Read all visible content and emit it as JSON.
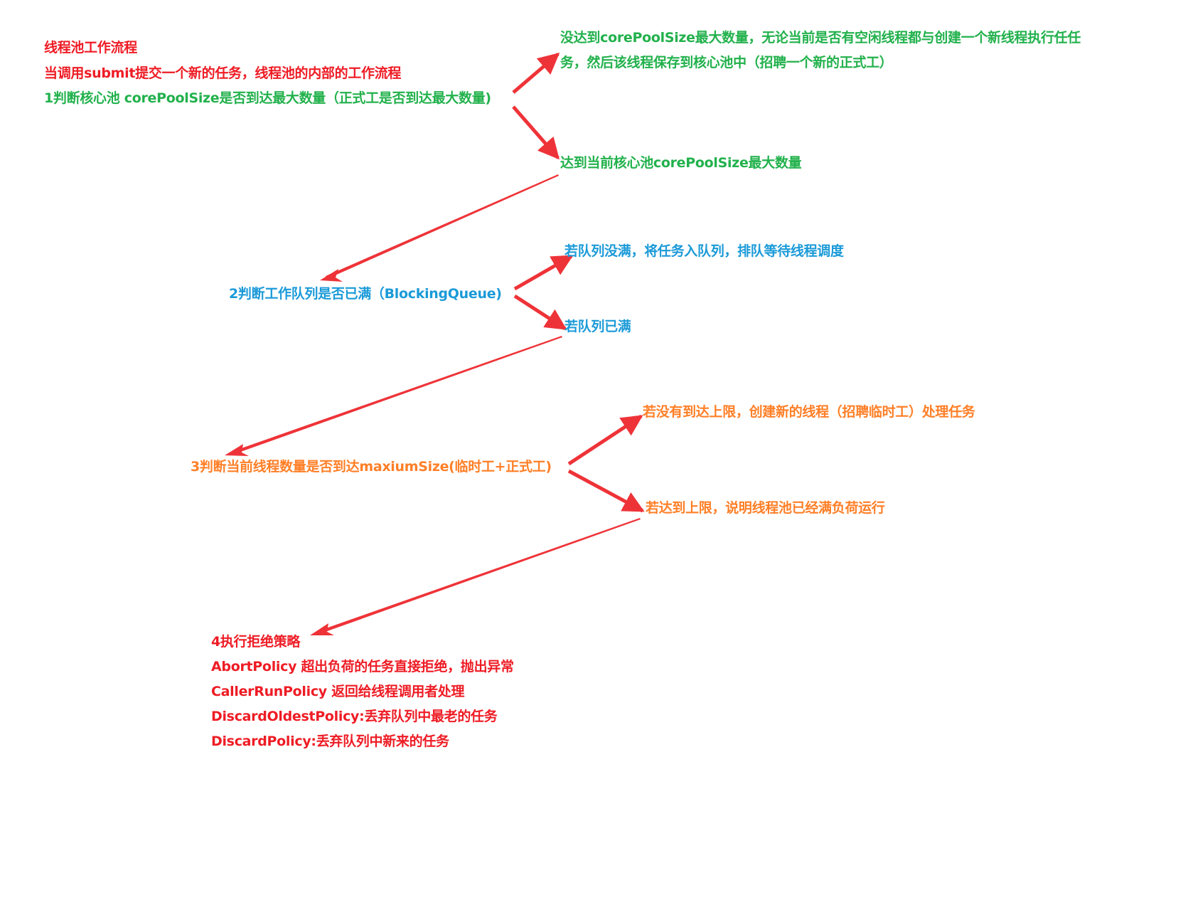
{
  "title": {
    "line1": "线程池工作流程",
    "line2": "当调用submit提交一个新的任务，线程池的内部的工作流程"
  },
  "step1": {
    "label": "1判断核心池 corePoolSize是否到达最大数量（正式工是否到达最大数量)",
    "not_reached_line1": "没达到corePoolSize最大数量，无论当前是否有空闲线程都与创建一个新线程执行任任",
    "not_reached_line2": "务，然后该线程保存到核心池中（招聘一个新的正式工）",
    "reached": "达到当前核心池corePoolSize最大数量"
  },
  "step2": {
    "label": "2判断工作队列是否已满（BlockingQueue)",
    "not_full": "若队列没满，将任务入队列，排队等待线程调度",
    "full": "若队列已满"
  },
  "step3": {
    "label": "3判断当前线程数量是否到达maxiumSize(临时工+正式工)",
    "not_reached": "若没有到达上限，创建新的线程（招聘临时工）处理任务",
    "reached": "若达到上限，说明线程池已经满负荷运行"
  },
  "step4": {
    "label": "4执行拒绝策略",
    "policies": [
      "AbortPolicy 超出负荷的任务直接拒绝，抛出异常",
      "CallerRunPolicy 返回给线程调用者处理",
      "DiscardOldestPolicy:丢弃队列中最老的任务",
      "DiscardPolicy:丢弃队列中新来的任务"
    ]
  },
  "colors": {
    "red": "#ee1c25",
    "green": "#22b14c",
    "blue": "#1b9ad8",
    "orange": "#ff7f27",
    "arrow": "#ee3338"
  }
}
